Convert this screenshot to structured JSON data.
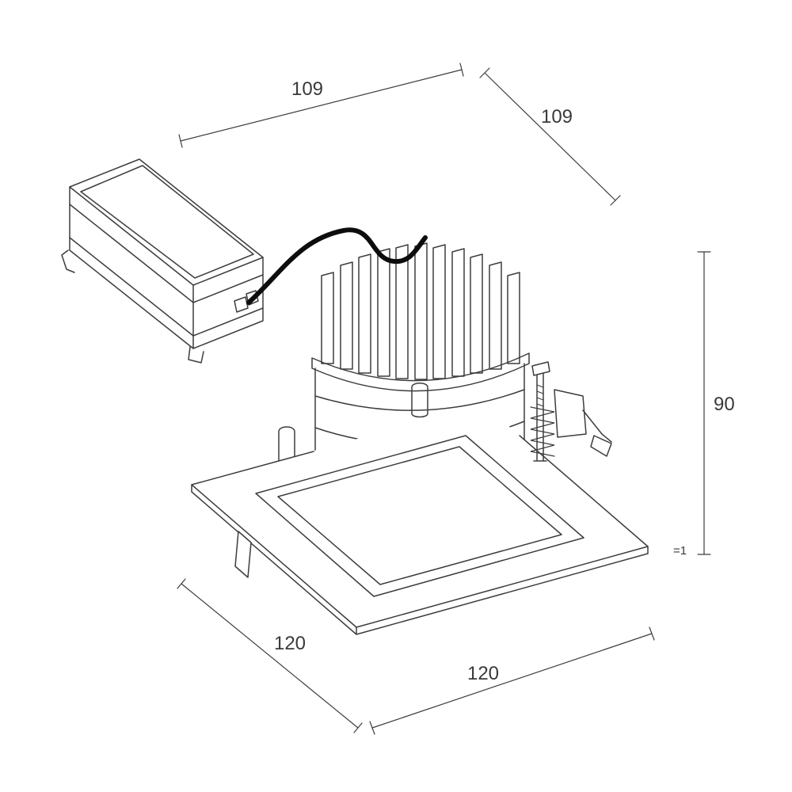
{
  "drawing": {
    "labels": {
      "dim_top_width": "109",
      "dim_top_depth": "109",
      "dim_height": "90",
      "dim_trim_edge": "=1",
      "dim_bottom_width": "120",
      "dim_bottom_depth": "120"
    },
    "colors": {
      "line": "#3d3d3d",
      "cable": "#0d0d0d",
      "text": "#3a3a3a",
      "background": "#ffffff"
    }
  }
}
